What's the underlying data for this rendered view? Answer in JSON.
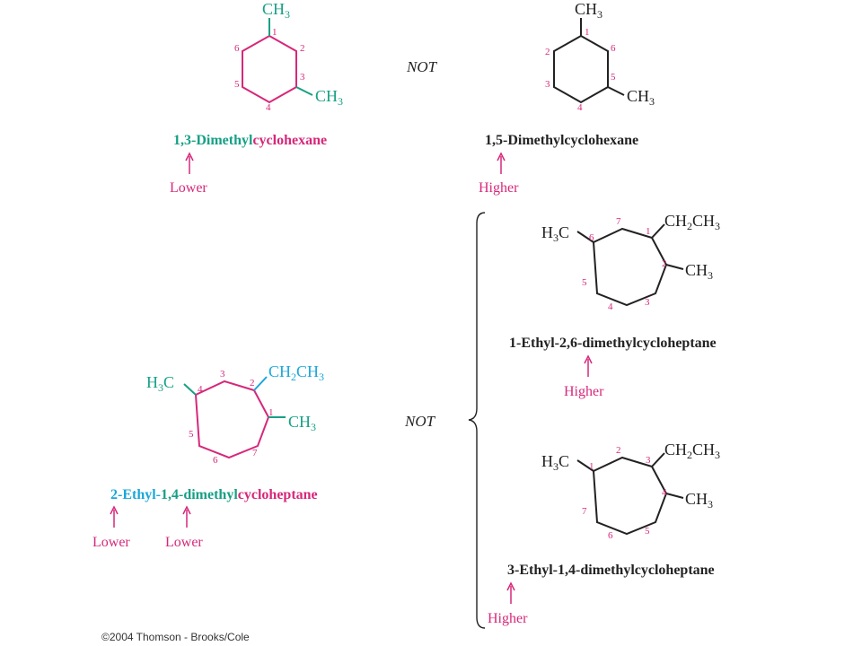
{
  "colors": {
    "magenta": "#d6287a",
    "green": "#16a085",
    "cyan": "#1aa7d8",
    "black": "#222222"
  },
  "example1": {
    "left": {
      "ch3_top": "CH3",
      "ch3_right": "CH3",
      "numbers": [
        "1",
        "2",
        "3",
        "4",
        "5",
        "6"
      ],
      "name_part1": "1,3-Dimethyl",
      "name_part2": "cyclohexane",
      "annotation": "Lower"
    },
    "not_label": "NOT",
    "right": {
      "ch3_top": "CH3",
      "ch3_right": "CH3",
      "numbers": [
        "1",
        "6",
        "5",
        "4",
        "3",
        "2"
      ],
      "name": "1,5-Dimethylcyclohexane",
      "annotation": "Higher"
    }
  },
  "example2": {
    "left": {
      "h3c": "H3C",
      "ch2ch3": "CH2CH3",
      "ch3": "CH3",
      "numbers": [
        "1",
        "2",
        "3",
        "4",
        "5",
        "6",
        "7"
      ],
      "name_part1": "2-Ethyl-",
      "name_part2": "1,4-dimethyl",
      "name_part3": "cycloheptane",
      "annotation1": "Lower",
      "annotation2": "Lower"
    },
    "not_label": "NOT",
    "right_top": {
      "h3c": "H3C",
      "ch2ch3": "CH2CH3",
      "ch3": "CH3",
      "numbers": [
        "1",
        "2",
        "3",
        "4",
        "5",
        "6",
        "7"
      ],
      "name": "1-Ethyl-2,6-dimethylcycloheptane",
      "annotation": "Higher"
    },
    "right_bottom": {
      "h3c": "H3C",
      "ch2ch3": "CH2CH3",
      "ch3": "CH3",
      "numbers": [
        "3",
        "4",
        "5",
        "6",
        "7",
        "1",
        "2"
      ],
      "name": "3-Ethyl-1,4-dimethylcycloheptane",
      "annotation": "Higher"
    }
  },
  "copyright": "©2004 Thomson - Brooks/Cole"
}
